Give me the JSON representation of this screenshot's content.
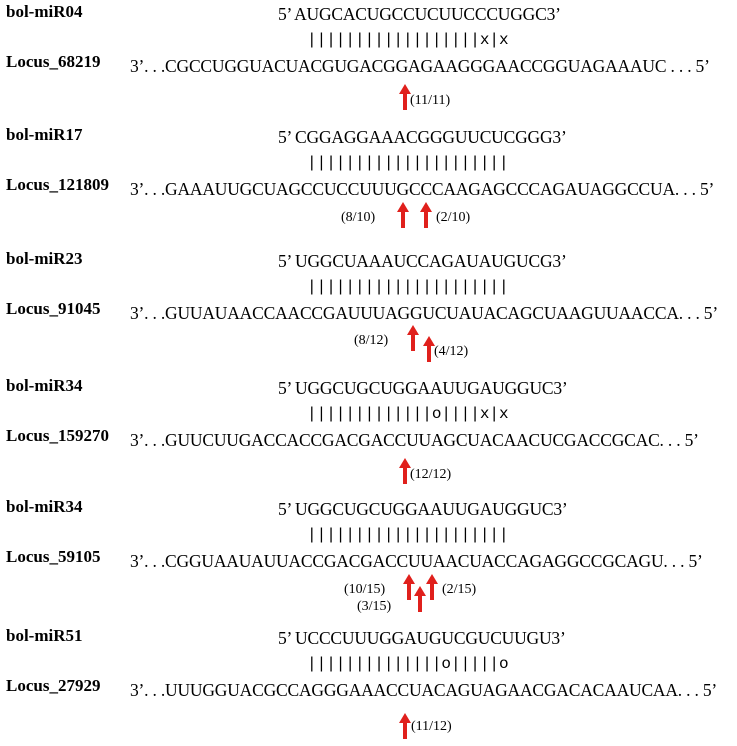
{
  "colors": {
    "arrow": "#e0201c",
    "text": "#000000",
    "background": "#ffffff"
  },
  "icons": {
    "cleavage_arrow": "up-arrow-icon"
  },
  "alignments": [
    {
      "mirna_name": "bol-miR04",
      "locus_name": "Locus_68219",
      "mirna_seq": "5’ AUGCACUGCCUCUUCCCUGGC3’",
      "pairing": "||||||||||||||||||x|x",
      "target_seq": "3’. . .CGCCUGGUACUACGUGACGGAGAAGGGAACCGGUAGAAAUC . . . 5’",
      "cleavage_sites": [
        {
          "label": "(11/11)"
        }
      ]
    },
    {
      "mirna_name": "bol-miR17",
      "locus_name": "Locus_121809",
      "mirna_seq": "5’ CGGAGGAAACGGGUUCUCGGG3’",
      "pairing": "|||||||||||||||||||||",
      "target_seq": "3’. . .GAAAUUGCUAGCCUCCUUUGCCCAAGAGCCCAGAUAGGCCUA. . . 5’",
      "cleavage_sites": [
        {
          "label": "(8/10)"
        },
        {
          "label": "(2/10)"
        }
      ]
    },
    {
      "mirna_name": "bol-miR23",
      "locus_name": "Locus_91045",
      "mirna_seq": "5’ UGGCUAAAUCCAGAUAUGUCG3’",
      "pairing": "|||||||||||||||||||||",
      "target_seq": "3’. . .GUUAUAACCAACCGAUUUAGGUCUAUACAGCUAAGUUAACCA. . . 5’",
      "cleavage_sites": [
        {
          "label": "(8/12)"
        },
        {
          "label": "(4/12)"
        }
      ]
    },
    {
      "mirna_name": "bol-miR34",
      "locus_name": "Locus_159270",
      "mirna_seq": "5’ UGGCUGCUGGAAUUGAUGGUC3’",
      "pairing": "|||||||||||||o||||x|x",
      "target_seq": "3’. . .GUUCUUGACCACCGACGACCUUAGCUACAACUCGACCGCAC. . . 5’",
      "cleavage_sites": [
        {
          "label": "(12/12)"
        }
      ]
    },
    {
      "mirna_name": "bol-miR34",
      "locus_name": "Locus_59105",
      "mirna_seq": "5’ UGGCUGCUGGAAUUGAUGGUC3’",
      "pairing": "|||||||||||||||||||||",
      "target_seq": "3’. . .CGGUAAUAUUACCGACGACCUUAACUACCAGAGGCCGCAGU. . . 5’",
      "cleavage_sites": [
        {
          "label": "(10/15)"
        },
        {
          "label": "(3/15)"
        },
        {
          "label": "(2/15)"
        }
      ]
    },
    {
      "mirna_name": "bol-miR51",
      "locus_name": "Locus_27929",
      "mirna_seq": "5’ UCCCUUUGGAUGUCGUCUUGU3’",
      "pairing": "||||||||||||||o|||||o",
      "target_seq": "3’. . .UUUGGUACGCCAGGGAAACCUACAGUAGAACGACACAAUCAA. . . 5’",
      "cleavage_sites": [
        {
          "label": "(11/12)"
        }
      ]
    }
  ]
}
